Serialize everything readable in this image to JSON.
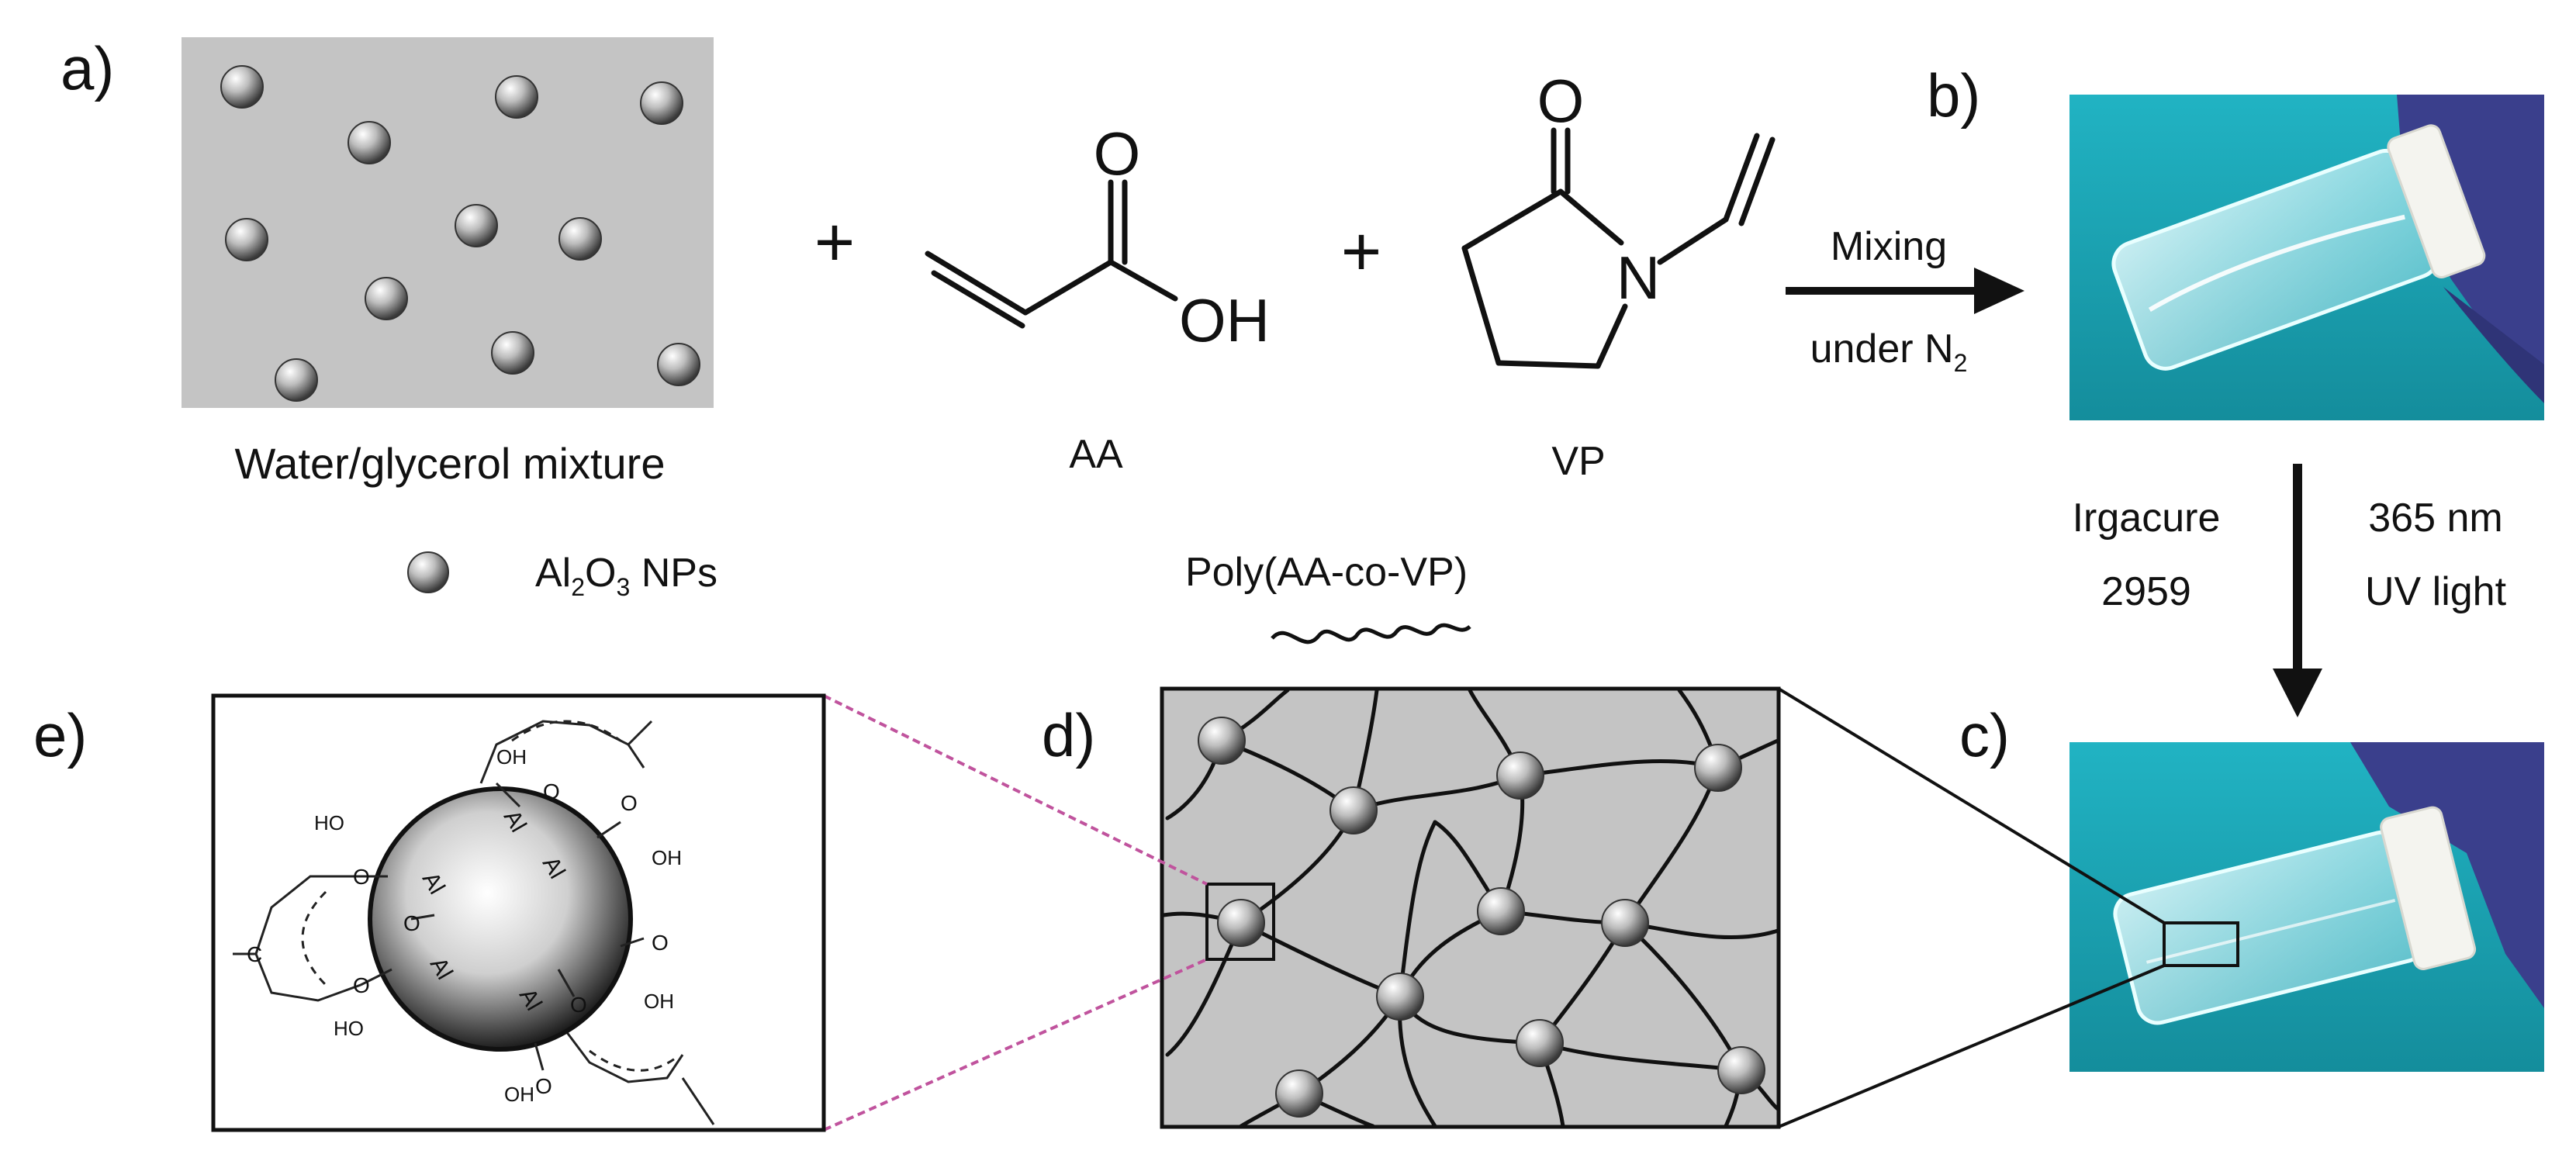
{
  "panels": {
    "a": "a)",
    "b": "b)",
    "c": "c)",
    "d": "d)",
    "e": "e)"
  },
  "mixture": {
    "caption": "Water/glycerol mixture"
  },
  "legend": {
    "np_label_al": "Al",
    "np_label_sub2": "2",
    "np_label_o": "O",
    "np_label_sub3": "3",
    "np_label_rest": " NPs"
  },
  "reaction": {
    "plus": "+",
    "aa": {
      "name": "AA",
      "carbonyl_o": "O",
      "hydroxyl": "OH"
    },
    "vp": {
      "name": "VP",
      "carbonyl_o": "O",
      "nitrogen": "N"
    },
    "mix_line1": "Mixing",
    "mix_line2_pre": "under N",
    "mix_line2_sub": "2"
  },
  "uv_step": {
    "left_line1": "Irgacure",
    "left_line2": "2959",
    "right_line1": "365 nm",
    "right_line2": "UV light"
  },
  "polymer": {
    "label": "Poly(AA-co-VP)"
  },
  "closeup": {
    "oh": "OH",
    "ho": "HO",
    "o": "O",
    "metal": "Al",
    "c": "C"
  },
  "colors": {
    "panel_gray": "#c4c4c4",
    "photo_teal": "#1fa3b2",
    "glove": "#3a3f8c",
    "link_pink": "#c0539d"
  }
}
